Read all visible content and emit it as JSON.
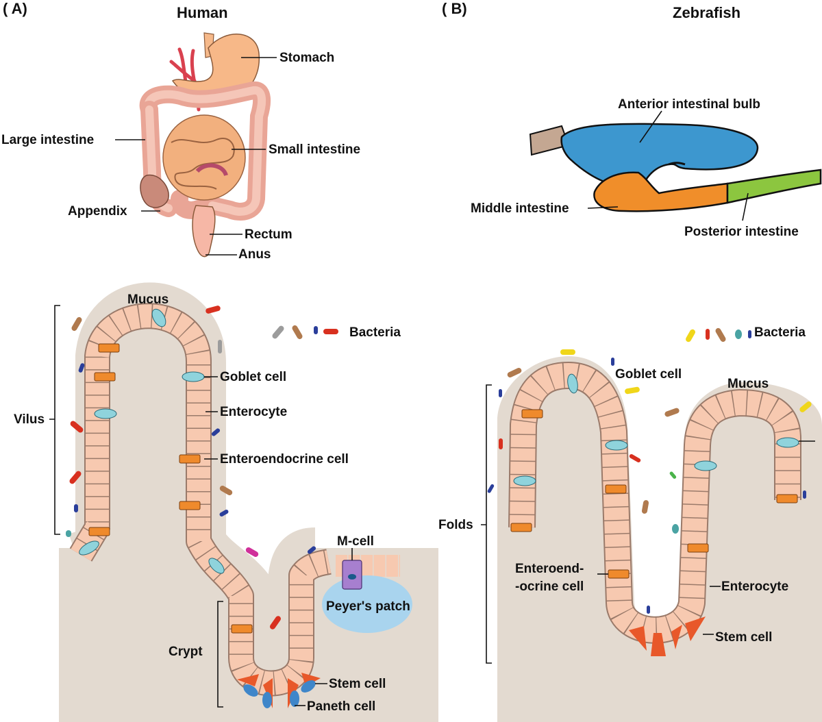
{
  "panels": {
    "a_label": "( A)",
    "a_title": "Human",
    "b_label": "( B)",
    "b_title": "Zebrafish"
  },
  "human_anatomy": {
    "stomach": "Stomach",
    "large_intestine": "Large intestine",
    "small_intestine": "Small intestine",
    "appendix": "Appendix",
    "rectum": "Rectum",
    "anus": "Anus"
  },
  "zebrafish_anatomy": {
    "anterior_bulb": "Anterior intestinal bulb",
    "middle_intestine": "Middle intestine",
    "posterior_intestine": "Posterior intestine"
  },
  "human_epithelium": {
    "mucus": "Mucus",
    "bacteria": "Bacteria",
    "goblet_cell": "Goblet cell",
    "enterocyte": "Enterocyte",
    "enteroendocrine_cell": "Enteroendocrine cell",
    "villus": "Vilus",
    "m_cell": "M-cell",
    "peyers_patch": "Peyer's patch",
    "crypt": "Crypt",
    "stem_cell": "Stem cell",
    "paneth_cell": "Paneth cell"
  },
  "zebrafish_epithelium": {
    "bacteria": "Bacteria",
    "goblet_cell": "Goblet cell",
    "mucus": "Mucus",
    "folds": "Folds",
    "enteroendocrine_line1": "Enteroend-",
    "enteroendocrine_line2": "-ocrine cell",
    "enterocyte": "Enterocyte",
    "stem_cell": "Stem cell"
  },
  "colors": {
    "tissue": "#e3dad0",
    "cell": "#f7c9b0",
    "nucleus": "#cfe3b8",
    "goblet": "#8fd3dc",
    "enteroendocrine": "#ef8a2c",
    "stem": "#e8582a",
    "paneth": "#3f86c9",
    "m_cell": "#a77fcf",
    "peyers_patch": "#a9d4ee",
    "fish_bulb": "#3d97cf",
    "fish_middle": "#f08e2a",
    "fish_posterior": "#8cc63f",
    "fish_tissue": "#c4a792"
  }
}
